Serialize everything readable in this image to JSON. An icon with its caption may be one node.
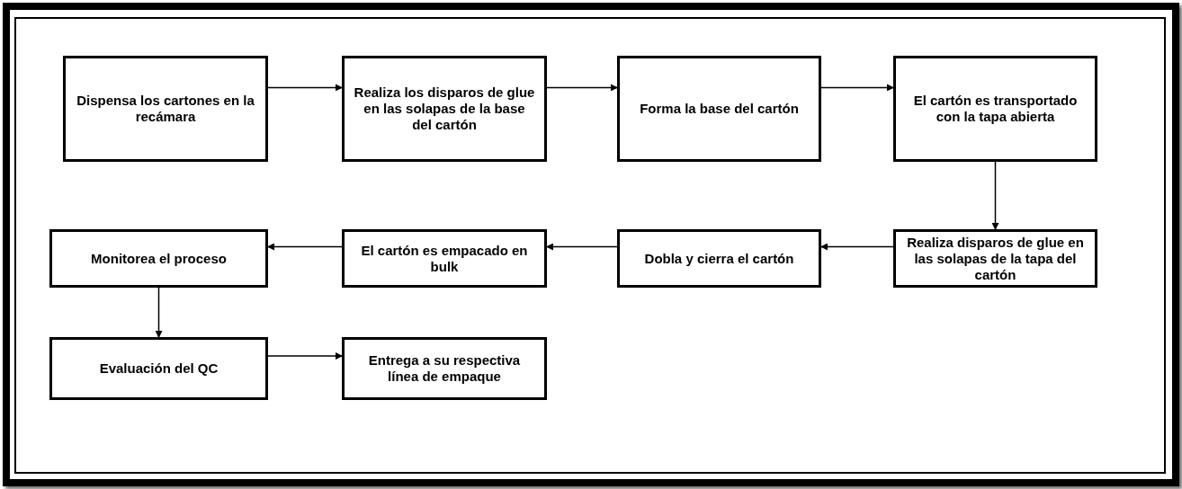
{
  "diagram": {
    "nodes": [
      {
        "text": [
          "Dispensa los cartones en la recámara"
        ]
      },
      {
        "text": [
          "Realiza los disparos de glue en las solapas de la base del cartón"
        ]
      },
      {
        "text": [
          "Forma la base del cartón"
        ]
      },
      {
        "text": [
          "El cartón es transportado con la tapa abierta"
        ]
      },
      {
        "text": [
          "Realiza disparos de glue en las solapas de la tapa del cartón"
        ]
      },
      {
        "text": [
          "Dobla y cierra el cartón"
        ]
      },
      {
        "text": [
          "El cartón es empacado en bulk"
        ]
      },
      {
        "text": [
          "Monitorea el proceso"
        ]
      },
      {
        "text": [
          "Evaluación del QC"
        ]
      },
      {
        "text": [
          "Entrega a su respectiva línea de empaque"
        ]
      }
    ],
    "edges": [
      {
        "from": 0,
        "to": 1,
        "arrow": "to"
      },
      {
        "from": 1,
        "to": 2,
        "arrow": "to"
      },
      {
        "from": 2,
        "to": 3,
        "arrow": "to"
      },
      {
        "from": 3,
        "to": 4,
        "arrow": "to"
      },
      {
        "from": 4,
        "to": 5,
        "arrow": "to"
      },
      {
        "from": 5,
        "to": 6,
        "arrow": "to"
      },
      {
        "from": 6,
        "to": 7,
        "arrow": "to"
      },
      {
        "from": 7,
        "to": 8,
        "arrow": "to"
      },
      {
        "from": 8,
        "to": 9,
        "arrow": "to"
      }
    ]
  }
}
